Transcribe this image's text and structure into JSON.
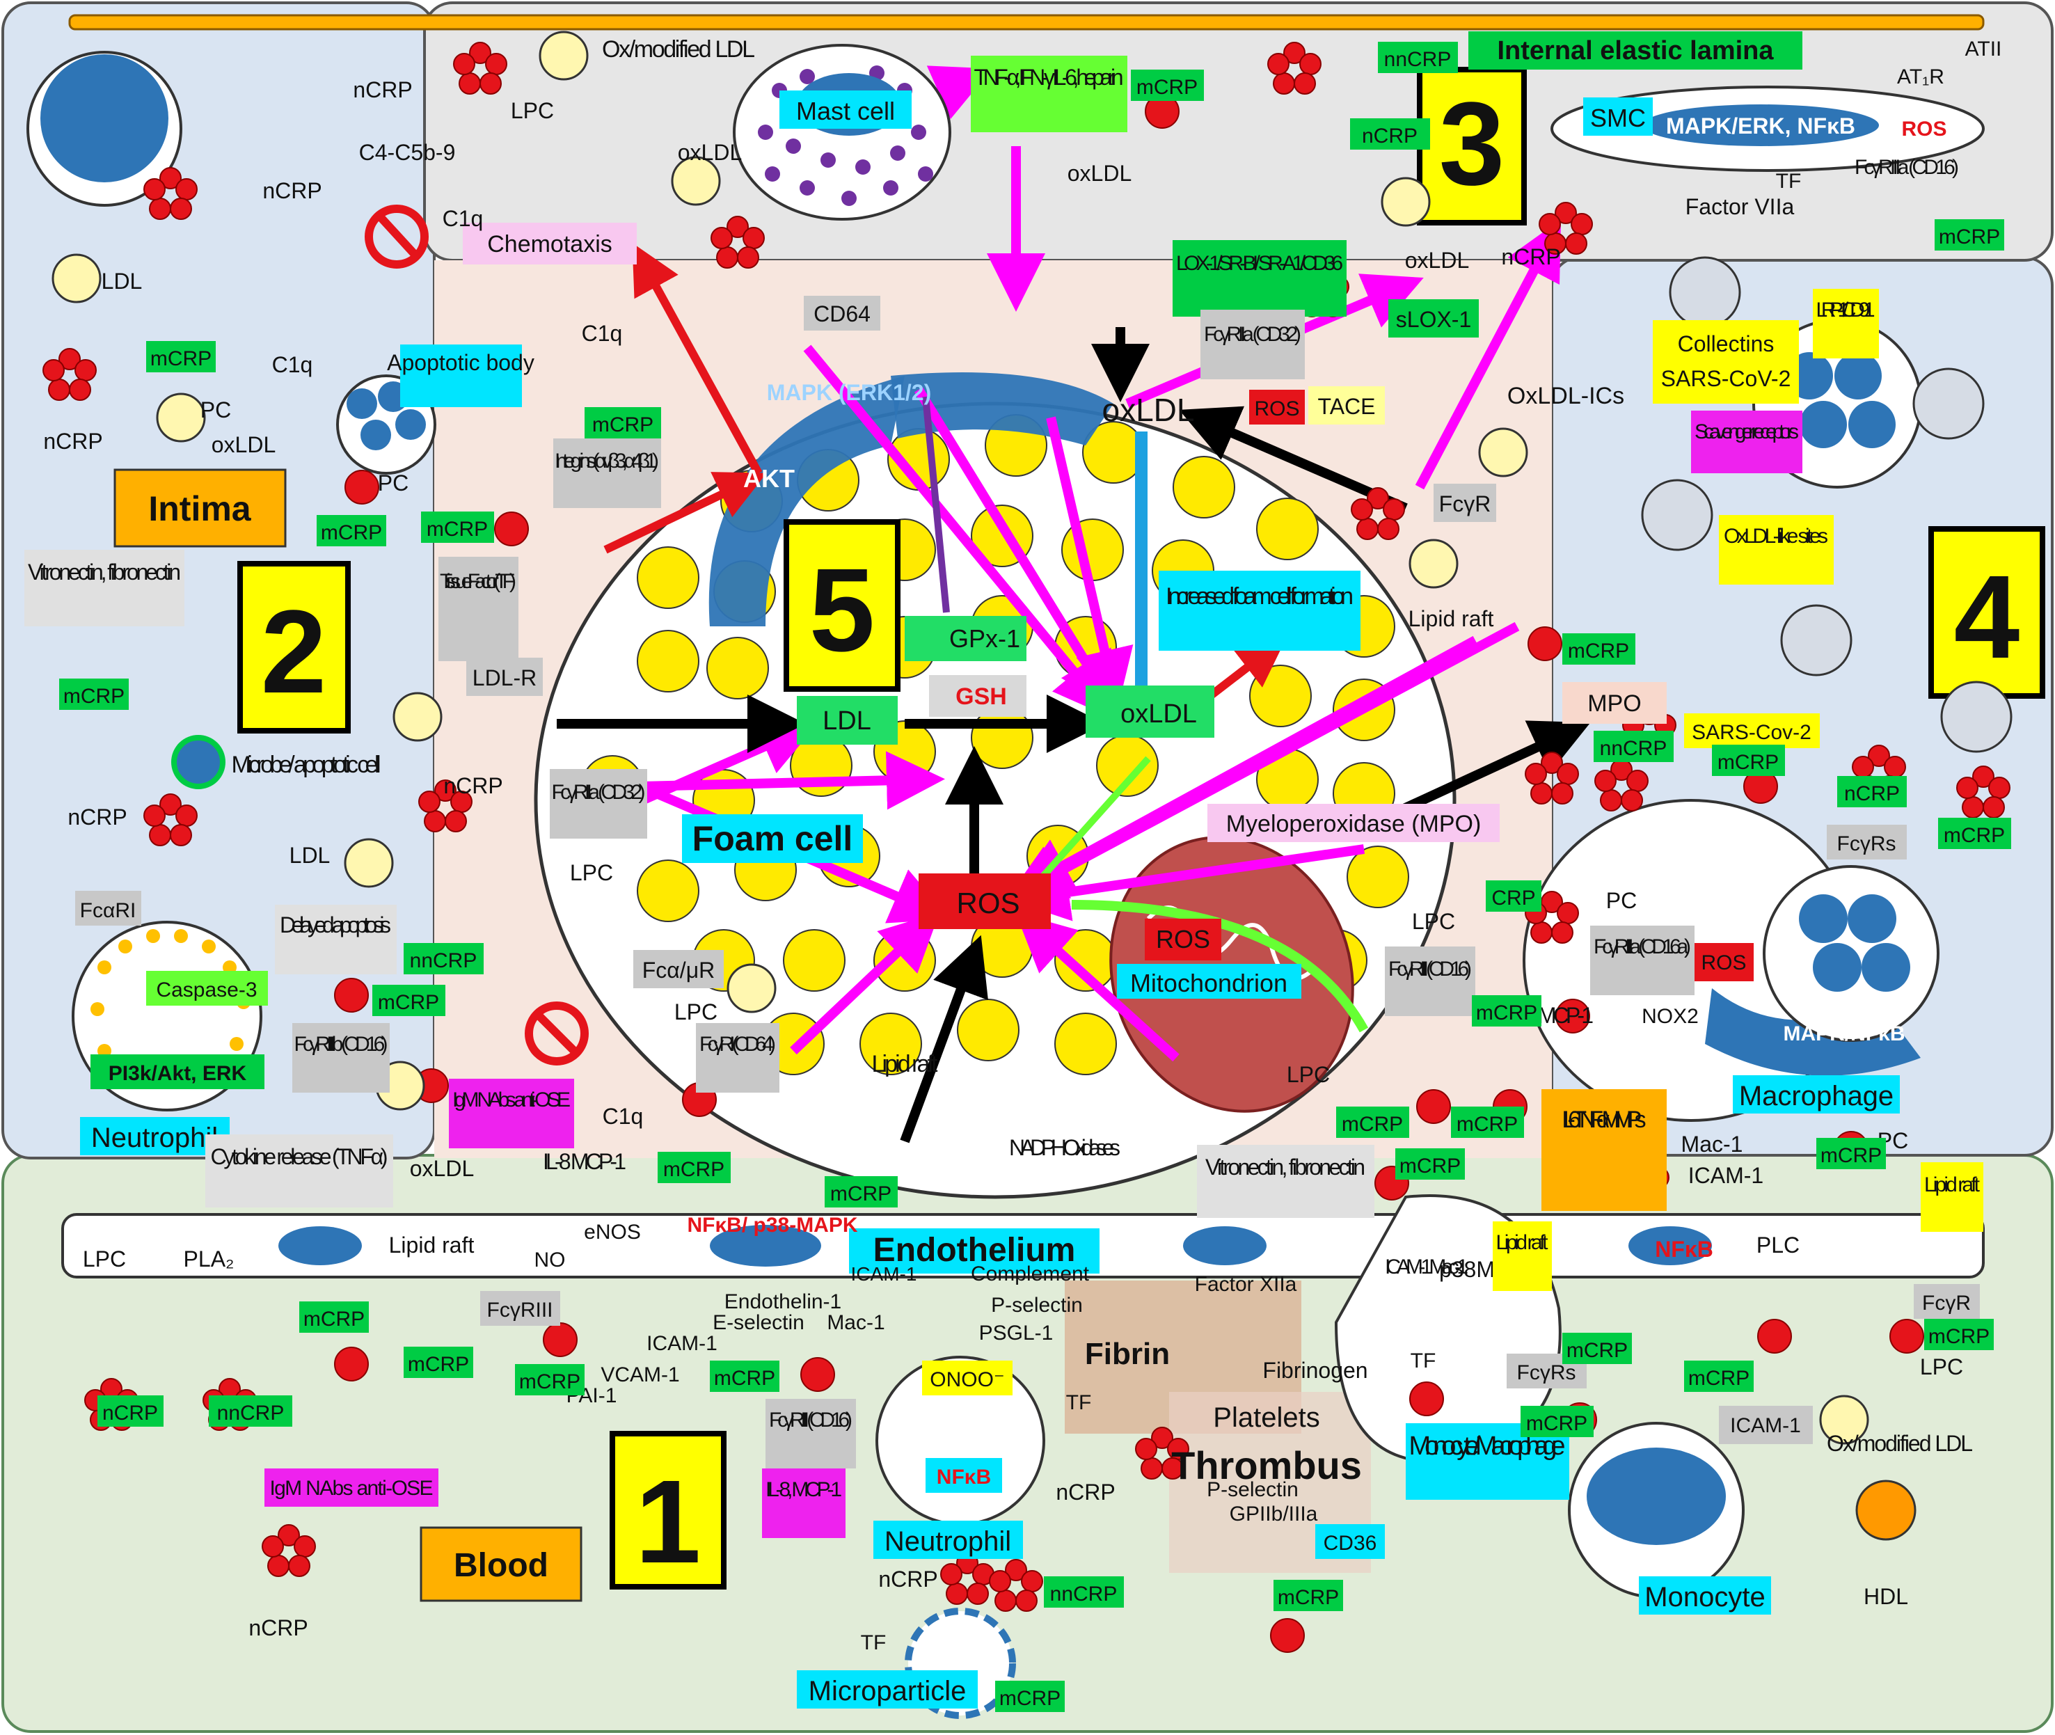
{
  "colors": {
    "intima_bg": "#d9e4f2",
    "blood_bg": "#e1ecd8",
    "lamina_bg": "#e6e6e6",
    "foam_bg": "#f7e6de",
    "nucleus_blue": "#2e75b6",
    "crp_red": "#e5141b",
    "ldl_yellow": "#fff2a8",
    "highlight_green": "#00cc44",
    "highlight_cyan": "#00e5ff",
    "highlight_magenta": "#ee22ee",
    "highlight_yellow": "#ffff00",
    "label_gray": "#c8c8c8",
    "arrow_magenta": "#ff00ff",
    "orange_box": "#ffb000"
  },
  "panels": {
    "intima": "Intima",
    "blood": "Blood",
    "lamina": "Internal elastic lamina",
    "endothelium": "Endothelium",
    "foam_cell": "Foam cell",
    "macrophage": "Macrophage",
    "neutrophil_intima": "Neutrophil",
    "neutrophil_blood": "Neutrophil",
    "monocyte": "Monocyte",
    "monocyte_macrophage": "Monocyte/ Macrophage",
    "microparticle": "Microparticle",
    "thrombus": "Thrombus",
    "platelets": "Platelets",
    "fibrin": "Fibrin",
    "mitochondrion": "Mitochondrion",
    "mast_cell": "Mast cell",
    "smc": "SMC",
    "apoptotic_body": "Apoptotic body"
  },
  "numbers": [
    "1",
    "2",
    "3",
    "4",
    "5"
  ],
  "labels": {
    "ox_mod_ldl_top": "Ox/modified LDL",
    "ox_mod_ldl_bottom": "Ox/modified LDL",
    "tnf": "TNF-α, IFN-γ IL-6, heparin",
    "chemotaxis": "Chemotaxis",
    "lox1": "LOX-1/SR-BI/ SR-A1/CD36",
    "fcgr2a_top": "FcγRIIa (CD32)",
    "fcgr2a_foam": "FcγRIIa (CD32)",
    "slox1": "sLOX-1",
    "tace": "TACE",
    "ros": "ROS",
    "oxldl_center": "oxLDL",
    "oxldl_ics": "OxLDL-ICs",
    "fcgr": "FcγR",
    "increased_foam": "Increased foam cell formation",
    "gpx1": "GPx-1",
    "gsh": "GSH",
    "ldl_center": "LDL",
    "oxldl_box": "oxLDL",
    "ros_center": "ROS",
    "mpo": "Myeloperoxidase (MPO)",
    "mpo_short": "MPO",
    "mapk_erk12": "MAPK (ERK1/2)",
    "akt": "AKT",
    "cd64": "CD64",
    "integrins": "Integrins (αvβ3, α4β1)",
    "tissue_factor": "Tissue Factor (TF)",
    "ldlr": "LDL-R",
    "fca_mu": "Fcα/μR",
    "fcgri": "FcγRI (CD64)",
    "lipid_raft_foam": "Lipid raft",
    "nadph": "NADPH Oxidases",
    "igm_intima": "IgM NAbs anti-OSE",
    "igm_blood": "IgM NAbs anti-OSE",
    "vitronectin_intima": "Vitronectin, fibronectin",
    "vitronectin_blood": "Vitronectin, fibronectin",
    "microbe": "Microbe/ apoptotic cell",
    "fcari": "FcαRI",
    "delayed": "Delayed apoptosis",
    "caspase": "Caspase-3",
    "pi3k": "PI3k/Akt, ERK",
    "fcgr3b": "FcγRIIIb (CD16)",
    "cytokine": "Cytokine release (TNFα)",
    "c4c5b9": "C4-C5b-9",
    "sars_top": "SARS-CoV-2",
    "sars_mid": "SARS-Cov-2",
    "collectins": "Collectins",
    "scavenger": "Scavenger receptors",
    "lrp1": "LRP-1/ CD91",
    "oxldl_like": "OxLDL-like sites",
    "mapk_erk_nfkb": "MAPK/ERK, NFκB",
    "at1r": "AT₁R",
    "atii": "ATII",
    "tf_top": "TF",
    "factor7": "Factor VIIa",
    "fcgr3a_top": "FcγRIIIa (CD16)",
    "fcgrs_right": "FcγRs",
    "fcgr3a_mac": "FcγRIIIa (CD16a)",
    "fcgr3_cd16": "FcγRIII (CD16)",
    "il8_mcp1_right": "IL-8 MCP-1",
    "nox2": "NOX2",
    "mapk_nfkb": "MAPK/NFκB",
    "il6_box": "IL-6 TNF-α MMPs",
    "mac1_right": "Mac-1",
    "icam1_right": "ICAM-1",
    "pc": "PC",
    "lipid_raft_right": "Lipid raft",
    "nfkb_right": "NFκB",
    "plc": "PLC",
    "p38mapk": "p38MAPK",
    "fcgr_blood": "FcγR",
    "lpc": "LPC",
    "icam1_blood": "ICAM-1",
    "hdl": "HDL",
    "lpc_pla2": "LPC",
    "pla2": "PLA₂",
    "lipid_raft_endo": "Lipid raft",
    "fcgr3_endo": "FcγRIII",
    "enos": "eNOS",
    "no": "NO",
    "il8_mcp1_endo": "IL-8 MCP-1",
    "nfkb_p38": "NFκB/ p38-MAPK",
    "endo_mols": "ICAM-1",
    "vcam": "VCAM-1",
    "pai1": "PAI-1",
    "icam1_endo2": "ICAM-1",
    "eselectin": "E-selectin",
    "endothelin": "Endothelin-1",
    "mac1_neut": "Mac-1",
    "complement": "Complement",
    "pselectin": "P-selectin",
    "psgl1": "PSGL-1",
    "onoo": "ONOO⁻",
    "tf_neut": "TF",
    "fcgr3_neut": "FcγRIII (CD16)",
    "nfkb_neut": "NFκB",
    "il8_neut": "IL-8, MCP-1",
    "factor12": "Factor XIIa",
    "fibrinogen": "Fibrinogen",
    "icam_mac": "ICAM-1 Mac-1",
    "tf_mono": "TF",
    "lipid_raft_mono": "Lipid raft",
    "fcgrs_mono": "FcγRs",
    "pselectin_plt": "P-selectin",
    "gp2b3a": "GPIIb/IIIa",
    "cd36": "CD36",
    "tf_micro": "TF",
    "c1q": "C1q",
    "lpc_foam": "LPC",
    "lipid_raft_right2": "Lipid raft",
    "crp_pc": "CRP"
  },
  "crp_tags": {
    "ncrp": "nCRP",
    "nncrp": "nnCRP",
    "mcrp": "mCRP",
    "ldl": "LDL",
    "oxldl": "oxLDL",
    "pc": "PC",
    "c1q": "C1q",
    "lpc": "LPC"
  }
}
